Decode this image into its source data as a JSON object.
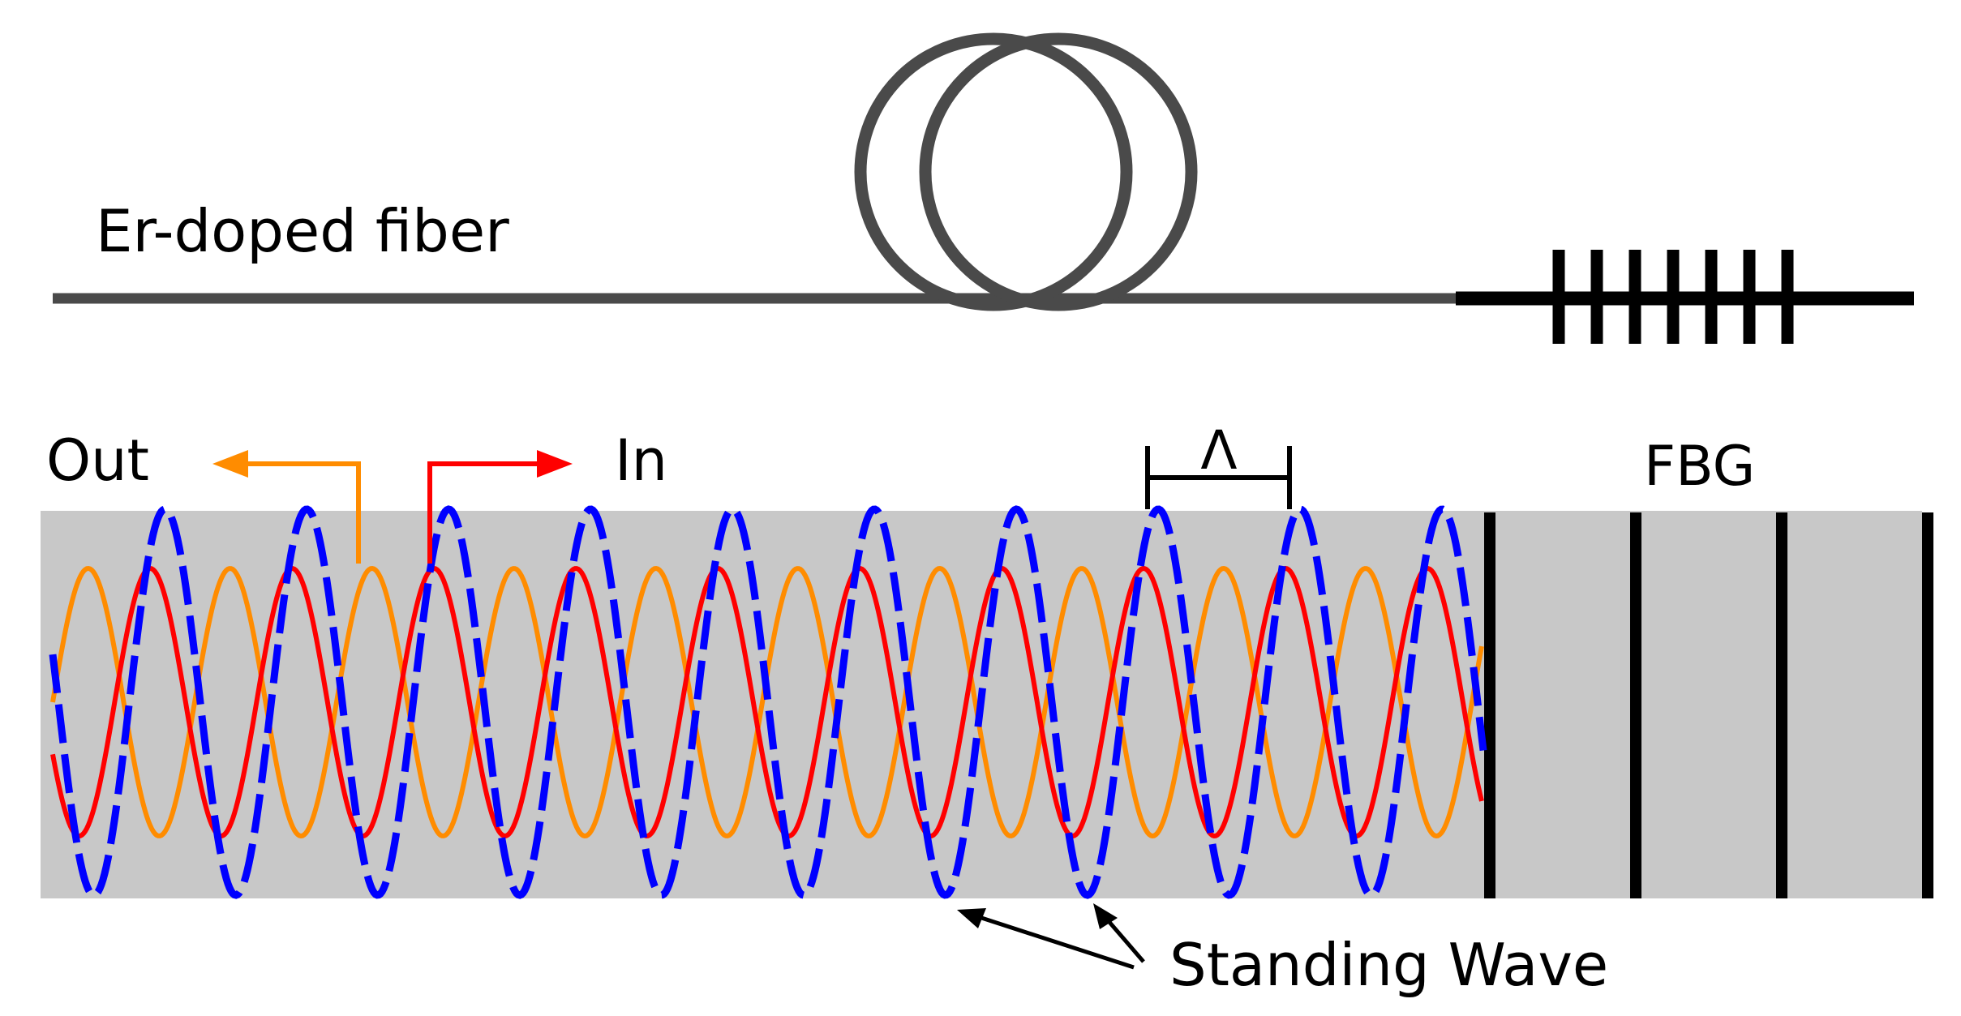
{
  "labels": {
    "fiber": "Er-doped fiber",
    "out": "Out",
    "in": "In",
    "period": "Λ",
    "fbg": "FBG",
    "standing_wave": "Standing Wave"
  },
  "colors": {
    "fiber": "#4a4a4a",
    "grating": "#000000",
    "medium": "#c8c8c8",
    "out_wave": "#ff8c00",
    "in_wave": "#ff0000",
    "standing_wave": "#0000ff"
  },
  "grating": {
    "fiber_tick_count": 7,
    "fbg_line_count": 4
  }
}
